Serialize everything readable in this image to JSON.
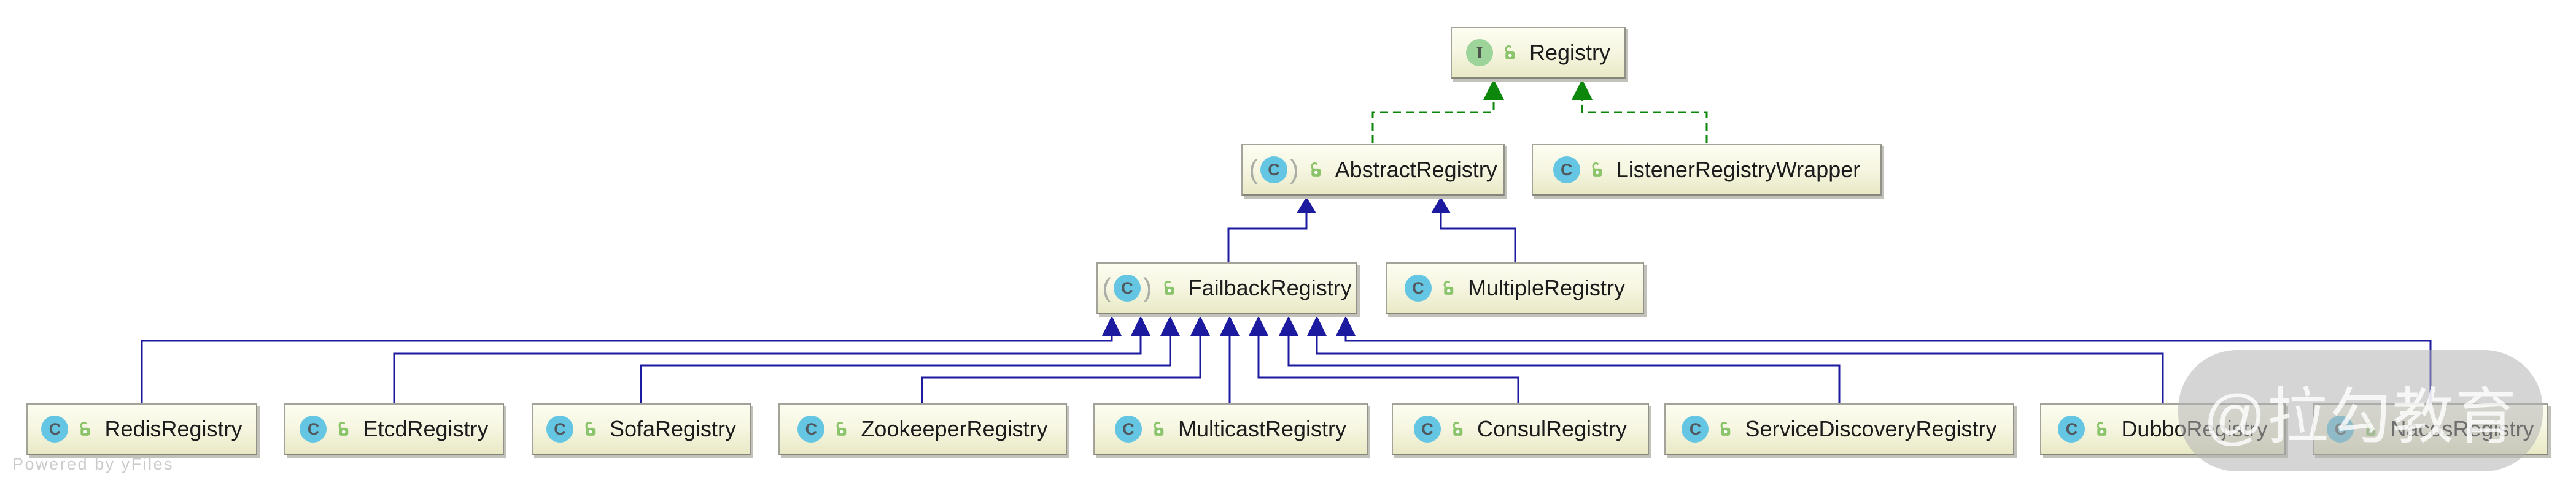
{
  "diagram": {
    "kind": "uml-class-inheritance-diagram",
    "nodes": {
      "registry": {
        "label": "Registry",
        "kind": "interface"
      },
      "abstract_registry": {
        "label": "AbstractRegistry",
        "kind": "abstract-class"
      },
      "listener_registry_wrapper": {
        "label": "ListenerRegistryWrapper",
        "kind": "class"
      },
      "failback_registry": {
        "label": "FailbackRegistry",
        "kind": "abstract-class"
      },
      "multiple_registry": {
        "label": "MultipleRegistry",
        "kind": "class"
      },
      "redis_registry": {
        "label": "RedisRegistry",
        "kind": "class"
      },
      "etcd_registry": {
        "label": "EtcdRegistry",
        "kind": "class"
      },
      "sofa_registry": {
        "label": "SofaRegistry",
        "kind": "class"
      },
      "zookeeper_registry": {
        "label": "ZookeeperRegistry",
        "kind": "class"
      },
      "multicast_registry": {
        "label": "MulticastRegistry",
        "kind": "class"
      },
      "consul_registry": {
        "label": "ConsulRegistry",
        "kind": "class"
      },
      "service_discovery_registry": {
        "label": "ServiceDiscoveryRegistry",
        "kind": "class"
      },
      "dubbo_registry": {
        "label": "DubboRegistry",
        "kind": "class"
      },
      "nacos_registry": {
        "label": "NacosRegistry",
        "kind": "class"
      }
    },
    "icons": {
      "class_letter": "C",
      "interface_letter": "I",
      "abstract_paren_open": "(",
      "abstract_paren_close": ")",
      "visibility_icon": "open-padlock"
    },
    "edges": [
      {
        "from": "AbstractRegistry",
        "to": "Registry",
        "type": "implements"
      },
      {
        "from": "ListenerRegistryWrapper",
        "to": "Registry",
        "type": "implements"
      },
      {
        "from": "FailbackRegistry",
        "to": "AbstractRegistry",
        "type": "extends"
      },
      {
        "from": "MultipleRegistry",
        "to": "AbstractRegistry",
        "type": "extends"
      },
      {
        "from": "RedisRegistry",
        "to": "FailbackRegistry",
        "type": "extends"
      },
      {
        "from": "EtcdRegistry",
        "to": "FailbackRegistry",
        "type": "extends"
      },
      {
        "from": "SofaRegistry",
        "to": "FailbackRegistry",
        "type": "extends"
      },
      {
        "from": "ZookeeperRegistry",
        "to": "FailbackRegistry",
        "type": "extends"
      },
      {
        "from": "MulticastRegistry",
        "to": "FailbackRegistry",
        "type": "extends"
      },
      {
        "from": "ConsulRegistry",
        "to": "FailbackRegistry",
        "type": "extends"
      },
      {
        "from": "ServiceDiscoveryRegistry",
        "to": "FailbackRegistry",
        "type": "extends"
      },
      {
        "from": "DubboRegistry",
        "to": "FailbackRegistry",
        "type": "extends"
      },
      {
        "from": "NacosRegistry",
        "to": "FailbackRegistry",
        "type": "extends"
      }
    ]
  },
  "colors": {
    "extends_edge": "#1C1A9E",
    "implements_edge": "#0C870C",
    "class_icon_bg": "#64C6E2",
    "interface_icon_bg": "#9CD49A",
    "lock_icon_green": "#8CC46C",
    "node_border": "#A3A399",
    "node_bg_top": "#FDFDF1",
    "node_bg_bottom": "#E9E9C6"
  },
  "watermark": {
    "text": "@拉勾教育"
  },
  "footer": {
    "powered_by_text": "Powered by yFiles"
  }
}
